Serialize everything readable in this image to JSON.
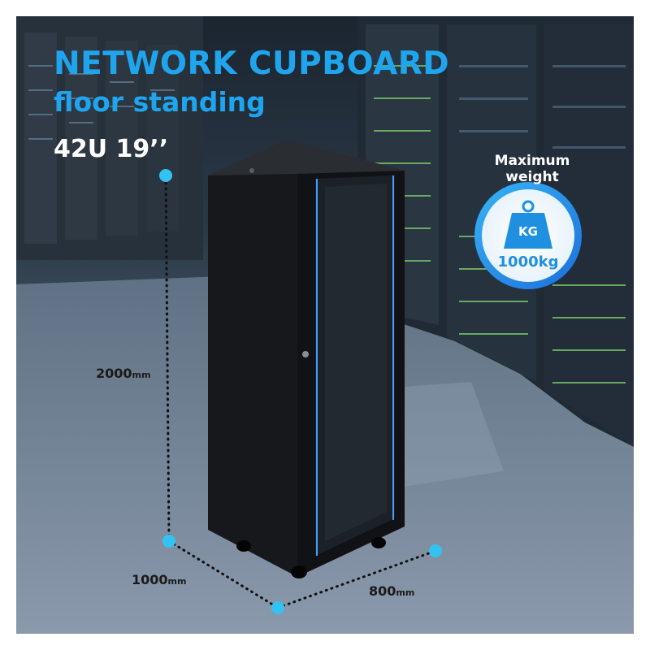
{
  "product": {
    "title": "NETWORK CUPBOARD",
    "subtitle": "floor standing",
    "size": "42U 19’’"
  },
  "badge": {
    "label": "Maximum weight",
    "icon_text": "KG",
    "value": "1000kg",
    "icon": "weight-icon"
  },
  "dimensions": {
    "height": {
      "value": "2000",
      "unit": "mm"
    },
    "depth": {
      "value": "1000",
      "unit": "mm"
    },
    "width": {
      "value": "800",
      "unit": "mm"
    }
  },
  "colors": {
    "accent": "#1fa5ee",
    "cabinet": "#16181b",
    "led": "#4a9bff"
  }
}
